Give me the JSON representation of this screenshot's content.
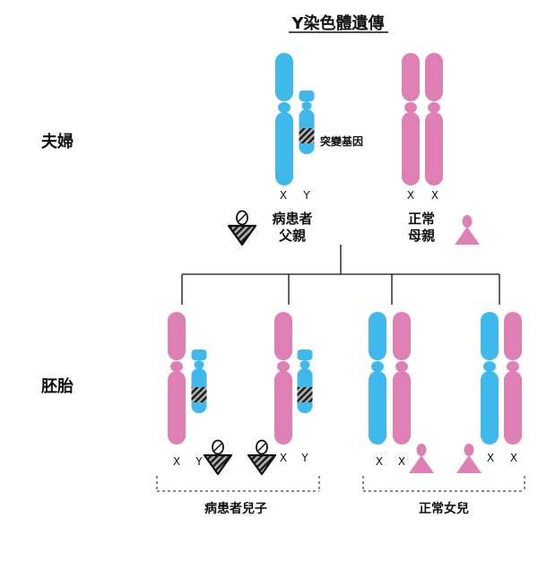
{
  "title": "Y染色體遺傳",
  "labels": {
    "couple": "夫婦",
    "embryo": "胚胎",
    "mutation": "突變基因",
    "affected_father_line1": "病患者",
    "affected_father_line2": "父親",
    "normal_mother_line1": "正常",
    "normal_mother_line2": "母親",
    "affected_sons": "病患者兒子",
    "normal_daughters": "正常女兒",
    "x": "X",
    "y": "Y"
  },
  "colors": {
    "x_chromosome_female": "#df80b5",
    "x_chromosome_male": "#3fb9ec",
    "y_chromosome": "#3fb9ec",
    "mutation_fill": "#b0b0b0",
    "mutation_stripe": "#1a1a1a",
    "lines": "#111111"
  }
}
